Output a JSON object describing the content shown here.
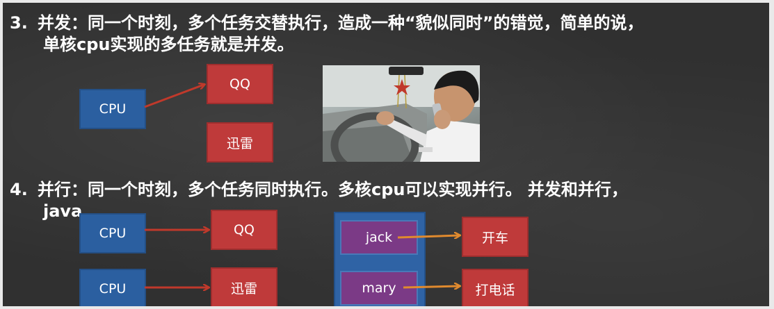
{
  "section3": {
    "number": "3.",
    "line1": "并发：同一个时刻，多个任务交替执行，造成一种“貌似同时”的错觉，简单的说，",
    "line2": "单核cpu实现的多任务就是并发。",
    "cpu_label": "CPU",
    "task1_label": "QQ",
    "task2_label": "迅雷"
  },
  "section4": {
    "number": "4.",
    "line1": "并行：同一个时刻，多个任务同时执行。多核cpu可以实现并行。 并发和并行，",
    "line2": "java",
    "cpu1_label": "CPU",
    "cpu2_label": "CPU",
    "task1_label": "QQ",
    "task2_label": "迅雷",
    "person1_label": "jack",
    "person2_label": "mary",
    "action1_label": "开车",
    "action2_label": "打电话"
  },
  "colors": {
    "background": "#303030",
    "cpu_blue": "#2b5fa0",
    "task_red": "#bf3a3a",
    "person_purple": "#7b3a86",
    "arrow_red": "#c0392b",
    "arrow_orange": "#e08a2e"
  },
  "images": {
    "photo": "man-driving-while-on-phone"
  }
}
